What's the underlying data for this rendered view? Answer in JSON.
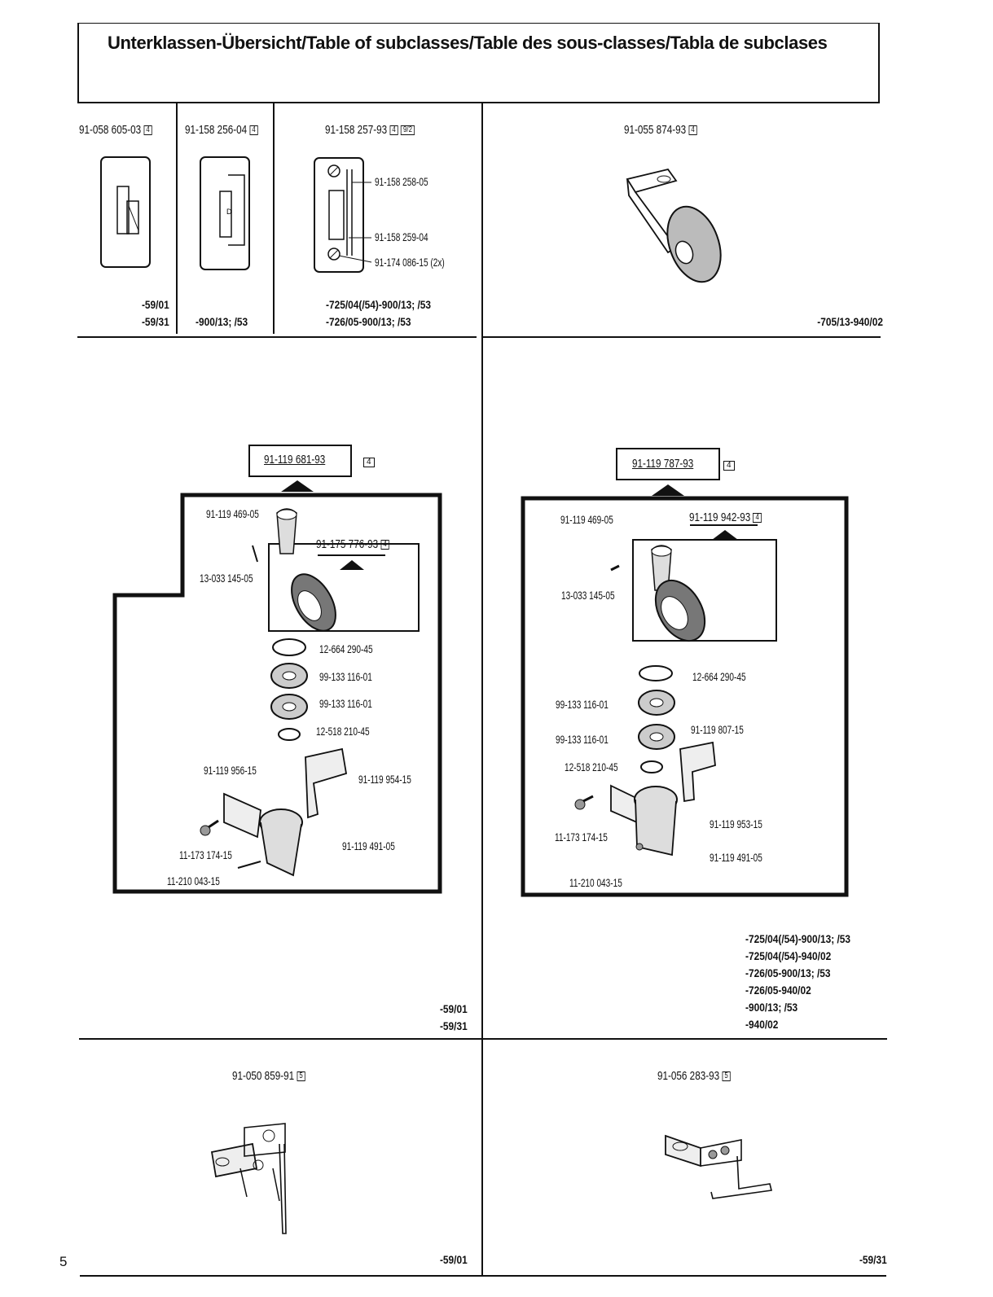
{
  "header": {
    "title": "Unterklassen-Übersicht/Table of subclasses/Table des sous-classes/Tabla de subclases"
  },
  "top_row": {
    "c1": {
      "part": "91-058 605-03",
      "box": "4",
      "codes": [
        "-59/01",
        "-59/31"
      ]
    },
    "c2": {
      "part": "91-158 256-04",
      "box": "4",
      "codes": [
        "-900/13; /53"
      ]
    },
    "c3": {
      "part": "91-158 257-93",
      "box": "4",
      "box2": "9/2",
      "labels": [
        "91-158 258-05",
        "91-158 259-04",
        "91-174 086-15 (2x)"
      ],
      "codes": [
        "-725/04(/54)-900/13; /53",
        "-726/05-900/13; /53"
      ]
    },
    "c4": {
      "part": "91-055 874-93",
      "box": "4",
      "codes": [
        "-705/13-940/02"
      ]
    }
  },
  "mid_left": {
    "main_part": "91-119 681-93",
    "box": "4",
    "sub_part": "91-175 776-93",
    "sub_box": "4",
    "labels": {
      "ring_top": "91-119 469-05",
      "pin": "13-033 145-05",
      "r1": "12-664 290-45",
      "b1": "99-133 116-01",
      "b2": "99-133 116-01",
      "r2": "12-518 210-45",
      "p1": "91-119 956-15",
      "p2": "91-119 954-15",
      "s1": "11-173 174-15",
      "n1": "91-119 491-05",
      "s2": "11-210 043-15"
    },
    "codes": [
      "-59/01",
      "-59/31"
    ]
  },
  "mid_right": {
    "main_part": "91-119 787-93",
    "box": "4",
    "sub_part": "91-119 942-93",
    "sub_box": "4",
    "labels": {
      "ring_top": "91-119 469-05",
      "pin": "13-033 145-05",
      "r1": "12-664 290-45",
      "b1": "99-133 116-01",
      "b2": "99-133 116-01",
      "p0": "91-119 807-15",
      "r2": "12-518 210-45",
      "p1": "91-119 953-15",
      "s1": "11-173 174-15",
      "n1": "91-119 491-05",
      "s2": "11-210 043-15"
    },
    "codes": [
      "-725/04(/54)-900/13; /53",
      "-725/04(/54)-940/02",
      "-726/05-900/13; /53",
      "-726/05-940/02",
      "-900/13; /53",
      "-940/02"
    ]
  },
  "bottom": {
    "left": {
      "part": "91-050 859-91",
      "box": "5",
      "code": "-59/01"
    },
    "right": {
      "part": "91-056 283-93",
      "box": "5",
      "code": "-59/31"
    }
  },
  "page_number": "5"
}
